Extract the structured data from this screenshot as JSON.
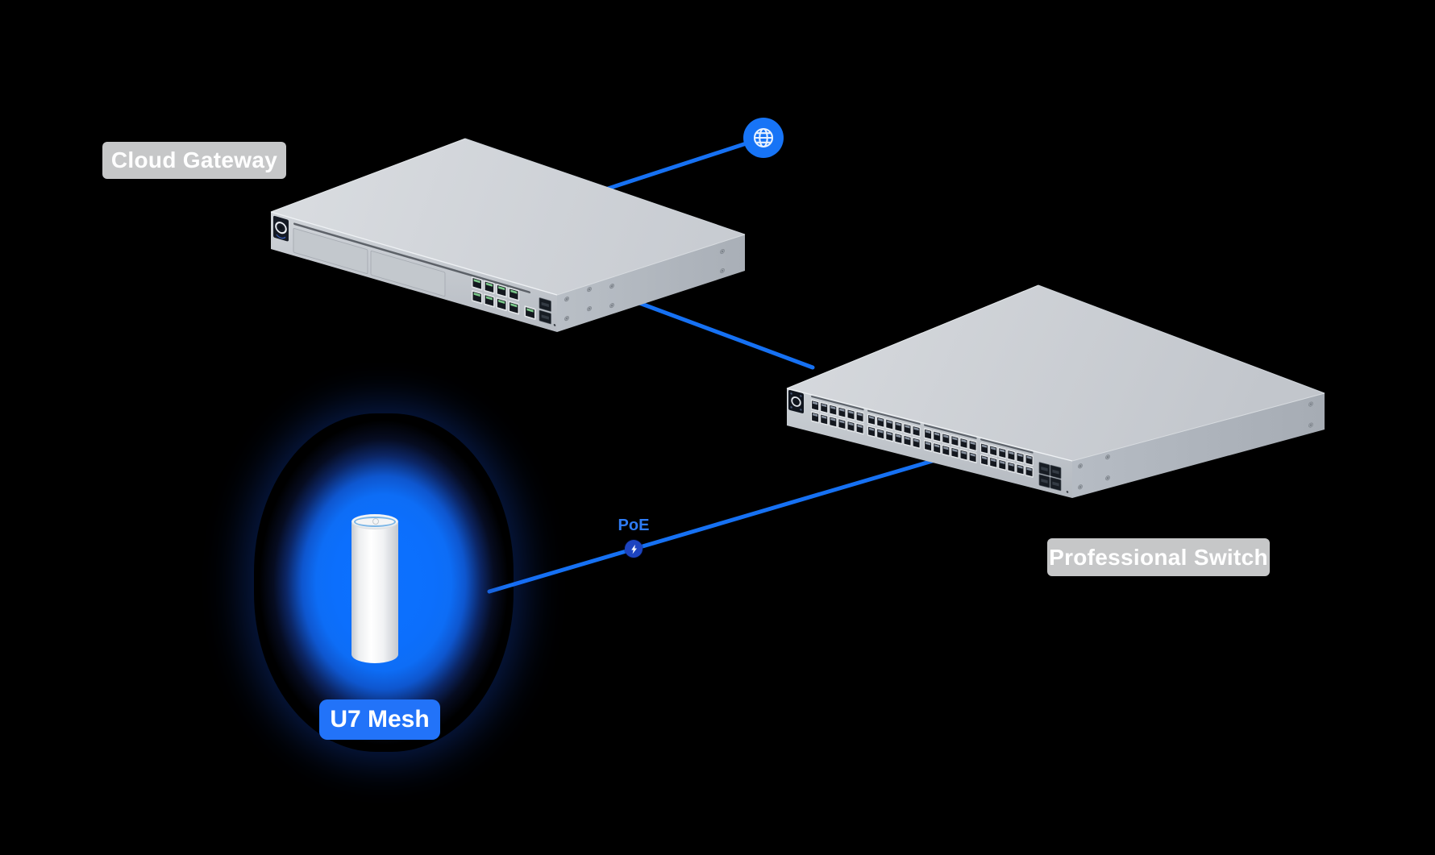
{
  "scene": {
    "background": "#000000",
    "accent_blue": "#1671f3",
    "poe_badge_blue": "#1d44c0",
    "glow_blue": "#0c6ffd",
    "label_bg": "#c6c7c8",
    "label_text_color": "#ffffff"
  },
  "labels": {
    "gateway": "Cloud Gateway",
    "switch": "Professional Switch",
    "access_point": "U7 Mesh",
    "poe": "PoE"
  },
  "icons": {
    "internet": "globe-icon",
    "poe": "bolt-icon"
  },
  "devices": {
    "gateway": {
      "name": "Cloud Gateway",
      "rj45_lan_ports": 8,
      "rj45_wan_ports": 1,
      "sfp_ports": 2,
      "drive_bays": 2
    },
    "switch": {
      "name": "Professional Switch",
      "rj45_ports": 48,
      "sfp_ports": 4
    },
    "access_point": {
      "name": "U7 Mesh"
    }
  },
  "links": [
    {
      "from": "internet",
      "to": "gateway"
    },
    {
      "from": "gateway",
      "to": "switch"
    },
    {
      "from": "switch",
      "to": "access_point",
      "label": "PoE"
    }
  ]
}
